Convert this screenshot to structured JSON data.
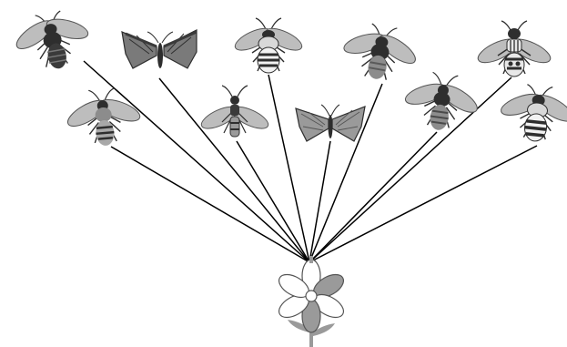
{
  "diagram": {
    "hub": {
      "icon": "flower-icon"
    },
    "pollinators": [
      {
        "id": "bumblebee-dark",
        "icon": "bumblebee-icon"
      },
      {
        "id": "moth-striped",
        "icon": "moth-icon"
      },
      {
        "id": "bumblebee-banded",
        "icon": "bumblebee-icon"
      },
      {
        "id": "bee-dark-top",
        "icon": "bee-icon"
      },
      {
        "id": "wasp-striped",
        "icon": "wasp-icon"
      },
      {
        "id": "honeybee-left",
        "icon": "honeybee-icon"
      },
      {
        "id": "wasp-slender",
        "icon": "wasp-icon"
      },
      {
        "id": "butterfly",
        "icon": "butterfly-icon"
      },
      {
        "id": "bee-dark-right",
        "icon": "bee-icon"
      },
      {
        "id": "bumblebee-banded-right",
        "icon": "bumblebee-icon"
      }
    ],
    "colors": {
      "line": "#000000",
      "insect_dark": "#2e2e2e",
      "insect_mid": "#7a7a7a",
      "insect_light": "#bdbdbd",
      "petal_fill": "#ffffff",
      "petal_shade": "#9a9a9a"
    }
  }
}
